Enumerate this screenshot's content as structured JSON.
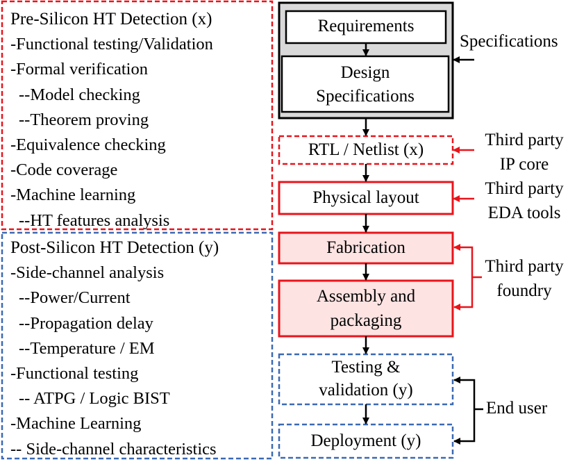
{
  "pre_silicon": {
    "title": "Pre-Silicon HT Detection (x)",
    "items": [
      "-Functional testing/Validation",
      "-Formal verification",
      "--Model checking",
      "--Theorem proving",
      "-Equivalence checking",
      "-Code coverage",
      "-Machine learning",
      "--HT features analysis"
    ]
  },
  "post_silicon": {
    "title": "Post-Silicon HT Detection (y)",
    "items": [
      "-Side-channel analysis",
      "--Power/Current",
      "--Propagation delay",
      "--Temperature / EM",
      "-Functional testing",
      "-- ATPG / Logic BIST",
      "-Machine Learning",
      "-- Side-channel characteristics"
    ]
  },
  "flow": {
    "requirements": "Requirements",
    "design_spec_line1": "Design",
    "design_spec_line2": "Specifications",
    "rtl": "RTL / Netlist (x)",
    "physical_layout": "Physical layout",
    "fabrication": "Fabrication",
    "assembly_line1": "Assembly and",
    "assembly_line2": "packaging",
    "testing_line1": "Testing &",
    "testing_line2": "validation (y)",
    "deployment": "Deployment (y)"
  },
  "side_labels": {
    "specifications": "Specifications",
    "third_party_ip_line1": "Third party",
    "third_party_ip_line2": "IP core",
    "third_party_eda_line1": "Third party",
    "third_party_eda_line2": "EDA tools",
    "third_party_foundry_line1": "Third party",
    "third_party_foundry_line2": "foundry",
    "end_user": "End user"
  },
  "colors": {
    "red": "#e8141b",
    "blue": "#3b69b3",
    "gray_fill": "#d9d9d9",
    "pink_fill": "#fde3e2",
    "black": "#000000"
  }
}
